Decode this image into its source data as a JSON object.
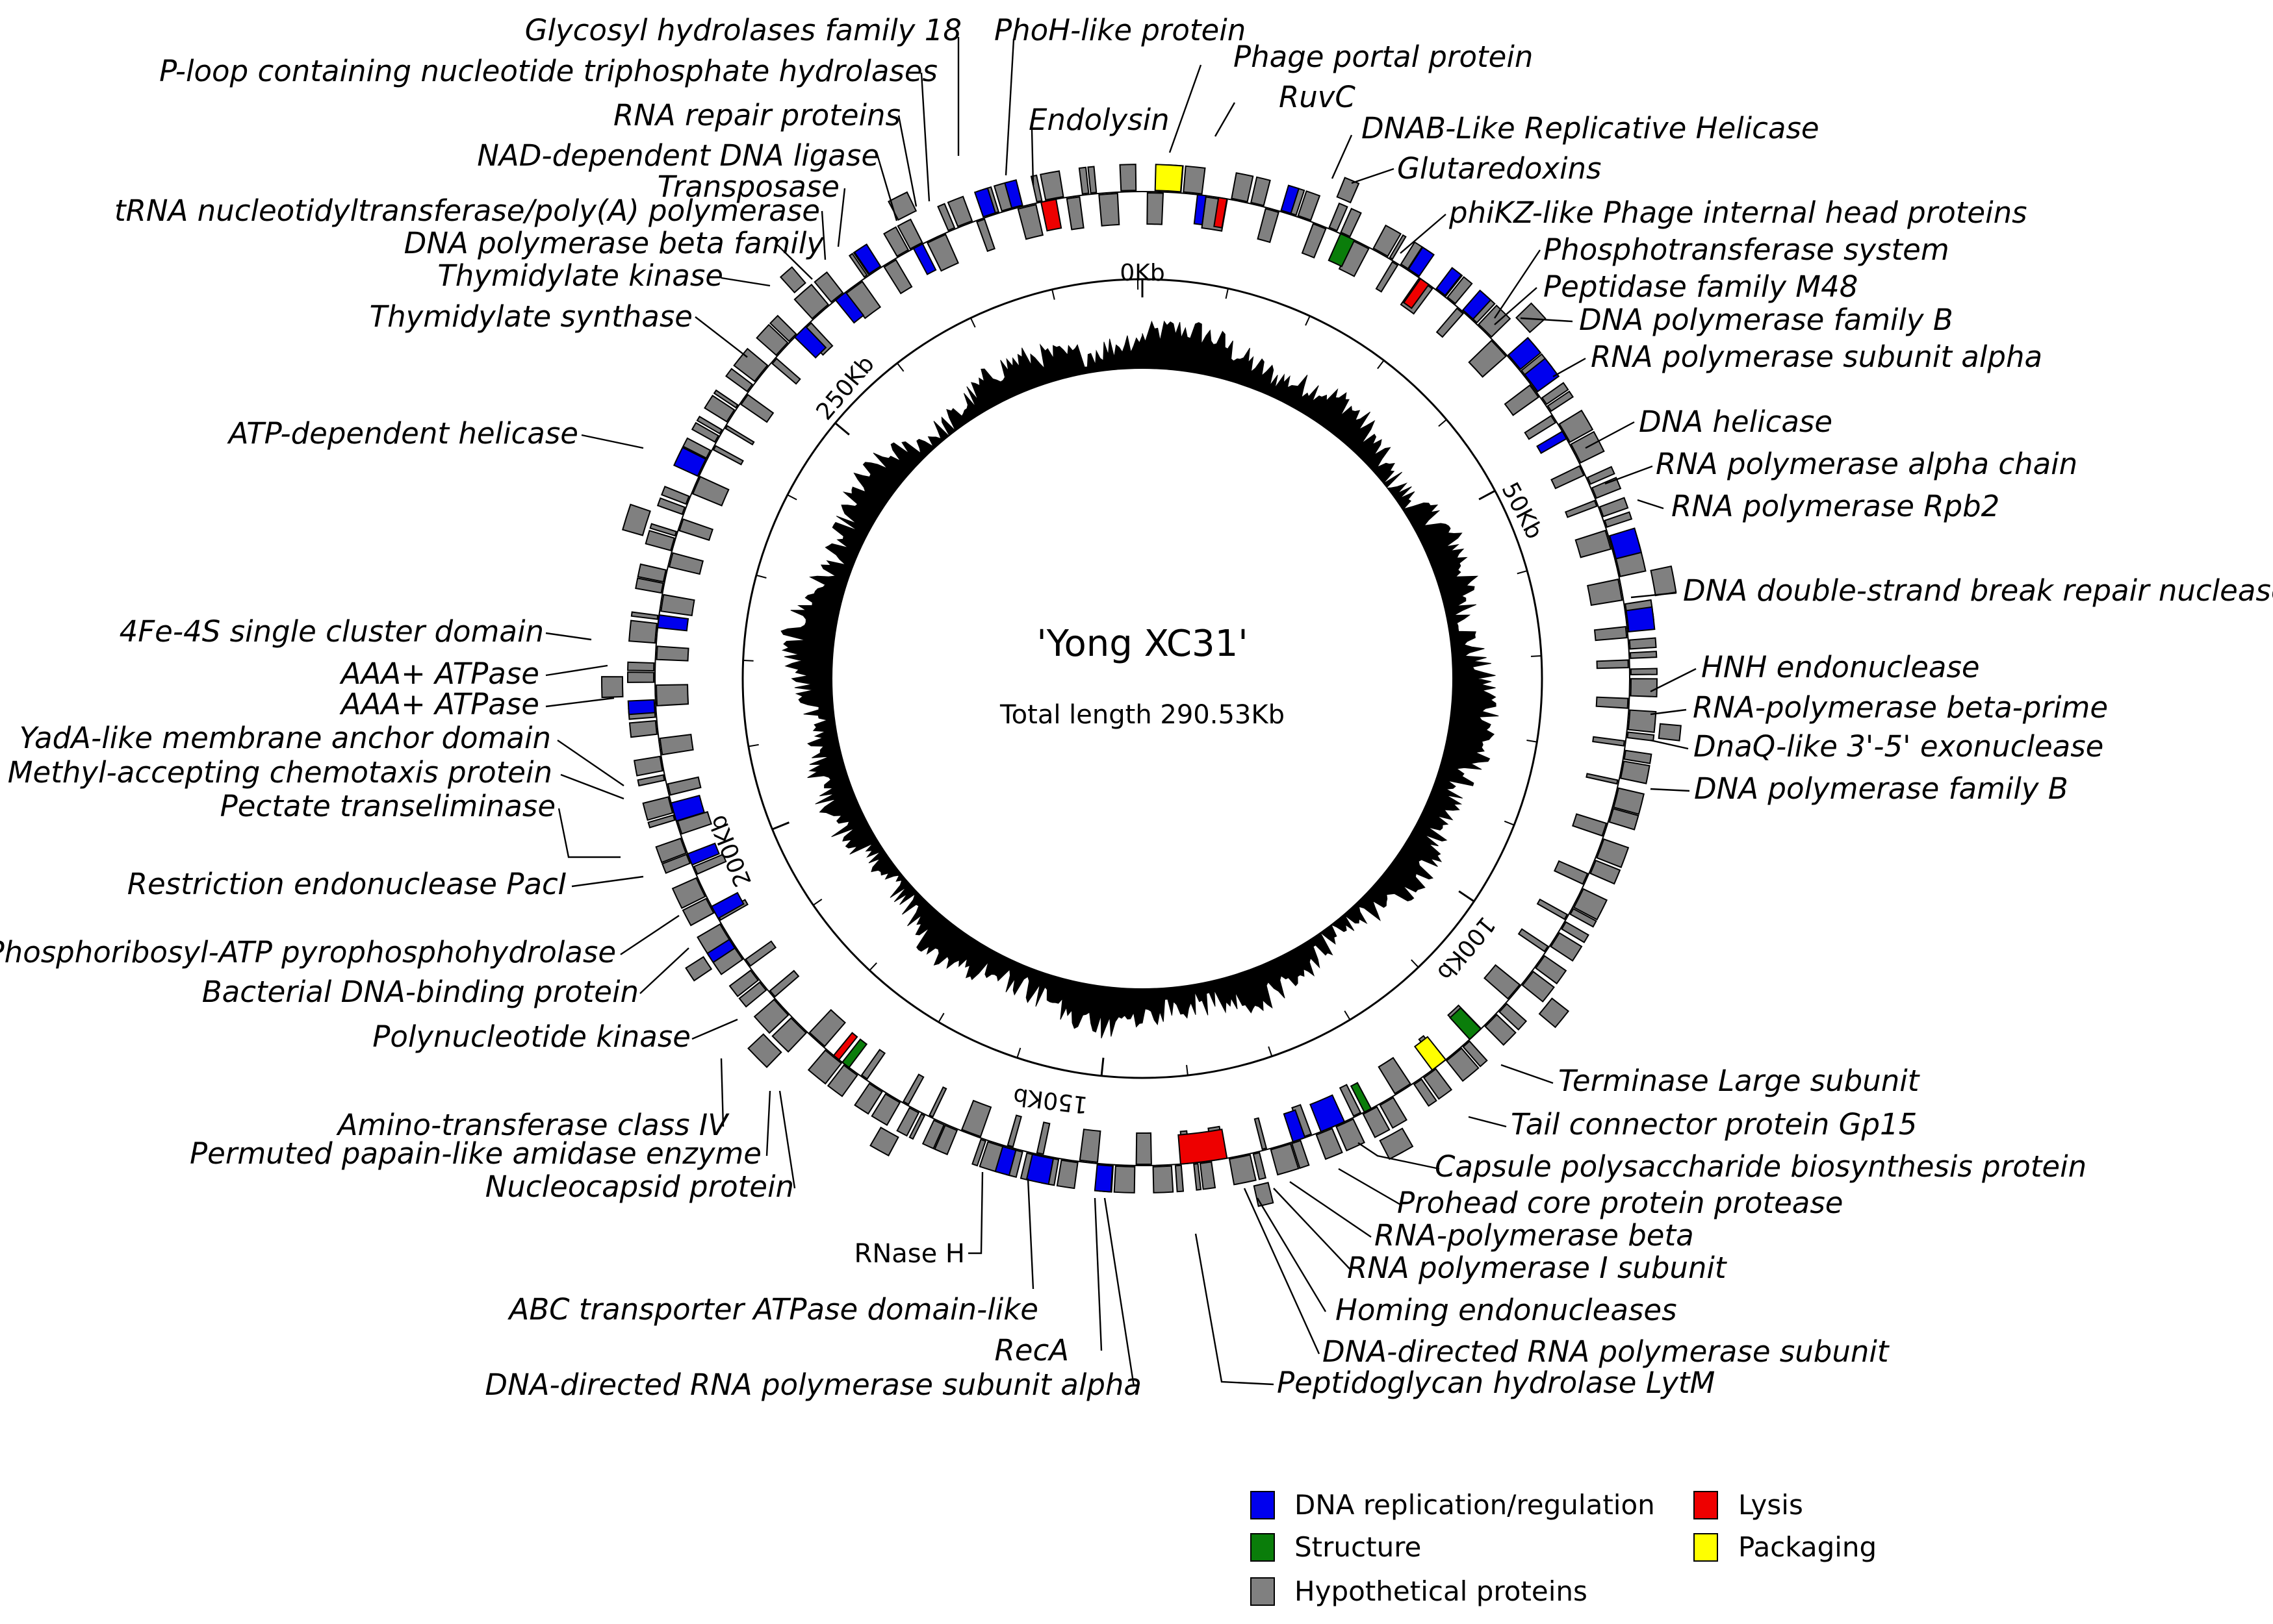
{
  "title": "'Yong XC31'",
  "subtitle": "Total length 290.53Kb",
  "genome_length_kb": 290.53,
  "ticks": [
    {
      "label": "0Kb",
      "kb": 0
    },
    {
      "label": "50Kb",
      "kb": 50
    },
    {
      "label": "100Kb",
      "kb": 100
    },
    {
      "label": "150Kb",
      "kb": 150
    },
    {
      "label": "200Kb",
      "kb": 200
    },
    {
      "label": "250Kb",
      "kb": 250
    }
  ],
  "colors": {
    "dna": "#0000ee",
    "structure": "#0a7d0a",
    "hypothetical": "#808080",
    "lysis": "#ee0000",
    "packaging": "#ffff00"
  },
  "legend": [
    {
      "label": "DNA replication/regulation",
      "color": "#0000ee"
    },
    {
      "label": "Lysis",
      "color": "#ee0000"
    },
    {
      "label": "Structure",
      "color": "#0a7d0a"
    },
    {
      "label": "Packaging",
      "color": "#ffff00"
    },
    {
      "label": "Hypothetical proteins",
      "color": "#808080"
    }
  ],
  "labels": [
    {
      "text": "Glycosyl hydrolases family 18"
    },
    {
      "text": "PhoH-like protein"
    },
    {
      "text": "Phage portal protein"
    },
    {
      "text": "P-loop containing nucleotide triphosphate hydrolases"
    },
    {
      "text": "RuvC"
    },
    {
      "text": "Endolysin"
    },
    {
      "text": "RNA repair proteins"
    },
    {
      "text": "DNAB-Like Replicative Helicase"
    },
    {
      "text": "NAD-dependent DNA ligase"
    },
    {
      "text": "Glutaredoxins"
    },
    {
      "text": "Transposase"
    },
    {
      "text": "tRNA nucleotidyltransferase/poly(A) polymerase"
    },
    {
      "text": "phiKZ-like Phage internal head proteins"
    },
    {
      "text": "DNA polymerase beta family"
    },
    {
      "text": "Phosphotransferase system"
    },
    {
      "text": "Thymidylate kinase"
    },
    {
      "text": "Peptidase family M48"
    },
    {
      "text": "DNA polymerase family B"
    },
    {
      "text": "Thymidylate synthase"
    },
    {
      "text": "RNA polymerase subunit alpha"
    },
    {
      "text": "DNA helicase"
    },
    {
      "text": "ATP-dependent helicase"
    },
    {
      "text": "RNA polymerase alpha chain"
    },
    {
      "text": "RNA polymerase Rpb2"
    },
    {
      "text": "DNA double-strand break repair nuclease"
    },
    {
      "text": "4Fe-4S single cluster domain"
    },
    {
      "text": "HNH endonuclease"
    },
    {
      "text": "AAA+ ATPase"
    },
    {
      "text": "RNA-polymerase beta-prime"
    },
    {
      "text": "AAA+ ATPase"
    },
    {
      "text": "DnaQ-like 3'-5' exonuclease"
    },
    {
      "text": "YadA-like membrane anchor domain"
    },
    {
      "text": "Methyl-accepting chemotaxis protein"
    },
    {
      "text": "DNA polymerase family B"
    },
    {
      "text": "Pectate transeliminase"
    },
    {
      "text": "Restriction endonuclease PacI"
    },
    {
      "text": "Phosphoribosyl-ATP pyrophosphohydrolase"
    },
    {
      "text": "Bacterial DNA-binding protein"
    },
    {
      "text": "Polynucleotide kinase"
    },
    {
      "text": "Terminase Large subunit"
    },
    {
      "text": "Amino-transferase class IV"
    },
    {
      "text": "Tail connector protein Gp15"
    },
    {
      "text": "Permuted papain-like amidase enzyme"
    },
    {
      "text": "Capsule polysaccharide biosynthesis protein"
    },
    {
      "text": "Nucleocapsid protein"
    },
    {
      "text": "Prohead core protein protease"
    },
    {
      "text": "RNA-polymerase beta"
    },
    {
      "text": "RNase H"
    },
    {
      "text": "RNA polymerase I subunit"
    },
    {
      "text": "ABC transporter ATPase domain-like"
    },
    {
      "text": "Homing endonucleases"
    },
    {
      "text": "RecA"
    },
    {
      "text": "DNA-directed RNA polymerase subunit"
    },
    {
      "text": "DNA-directed RNA polymerase subunit alpha"
    },
    {
      "text": "Peptidoglycan hydrolase LytM"
    }
  ]
}
